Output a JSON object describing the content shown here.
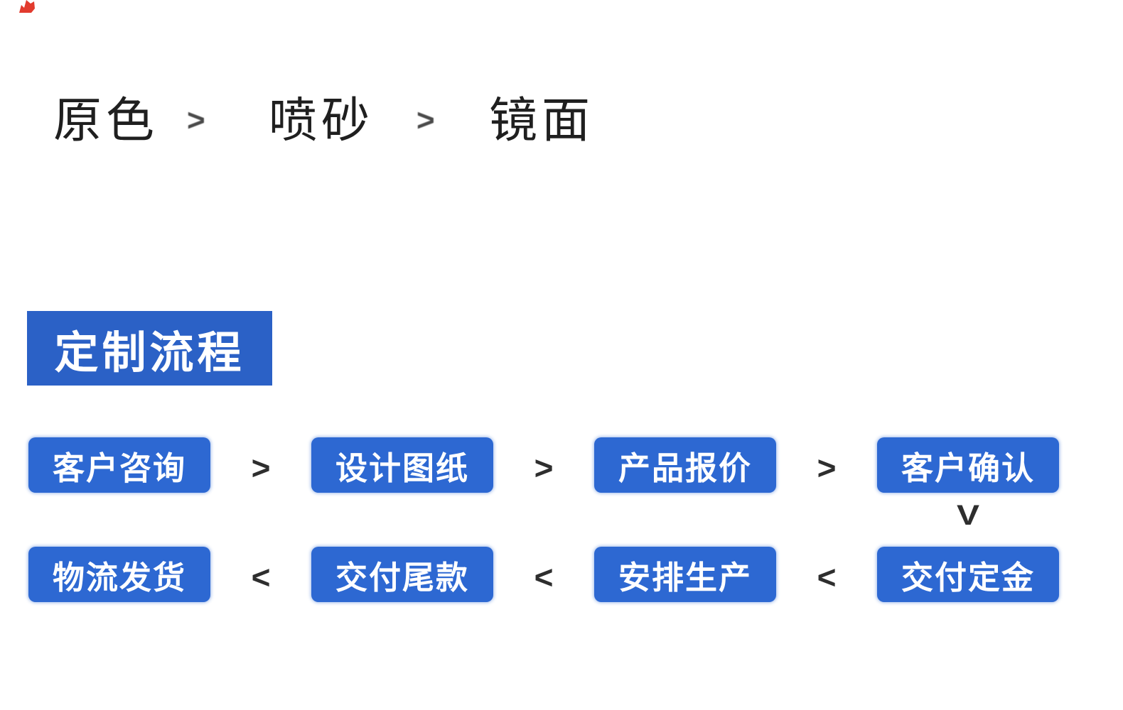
{
  "page": {
    "background_color": "#ffffff"
  },
  "decor": {
    "red_mark_color": "#e23b2e"
  },
  "finish_options": {
    "separator": ">",
    "items": [
      "原色",
      "喷砂",
      "镜面"
    ],
    "text_color": "#1f1f1f"
  },
  "section": {
    "title": "定制流程",
    "title_bg_color": "#2b61c6",
    "title_text_color": "#ffffff"
  },
  "process_flow": {
    "box_bg_color": "#2d68d2",
    "box_text_color": "#ffffff",
    "row1": {
      "separator": ">",
      "steps": [
        "客户咨询",
        "设计图纸",
        "产品报价",
        "客户确认"
      ]
    },
    "down_arrow": "V",
    "row2": {
      "separator": "<",
      "steps": [
        "物流发货",
        "交付尾款",
        "安排生产",
        "交付定金"
      ]
    }
  }
}
